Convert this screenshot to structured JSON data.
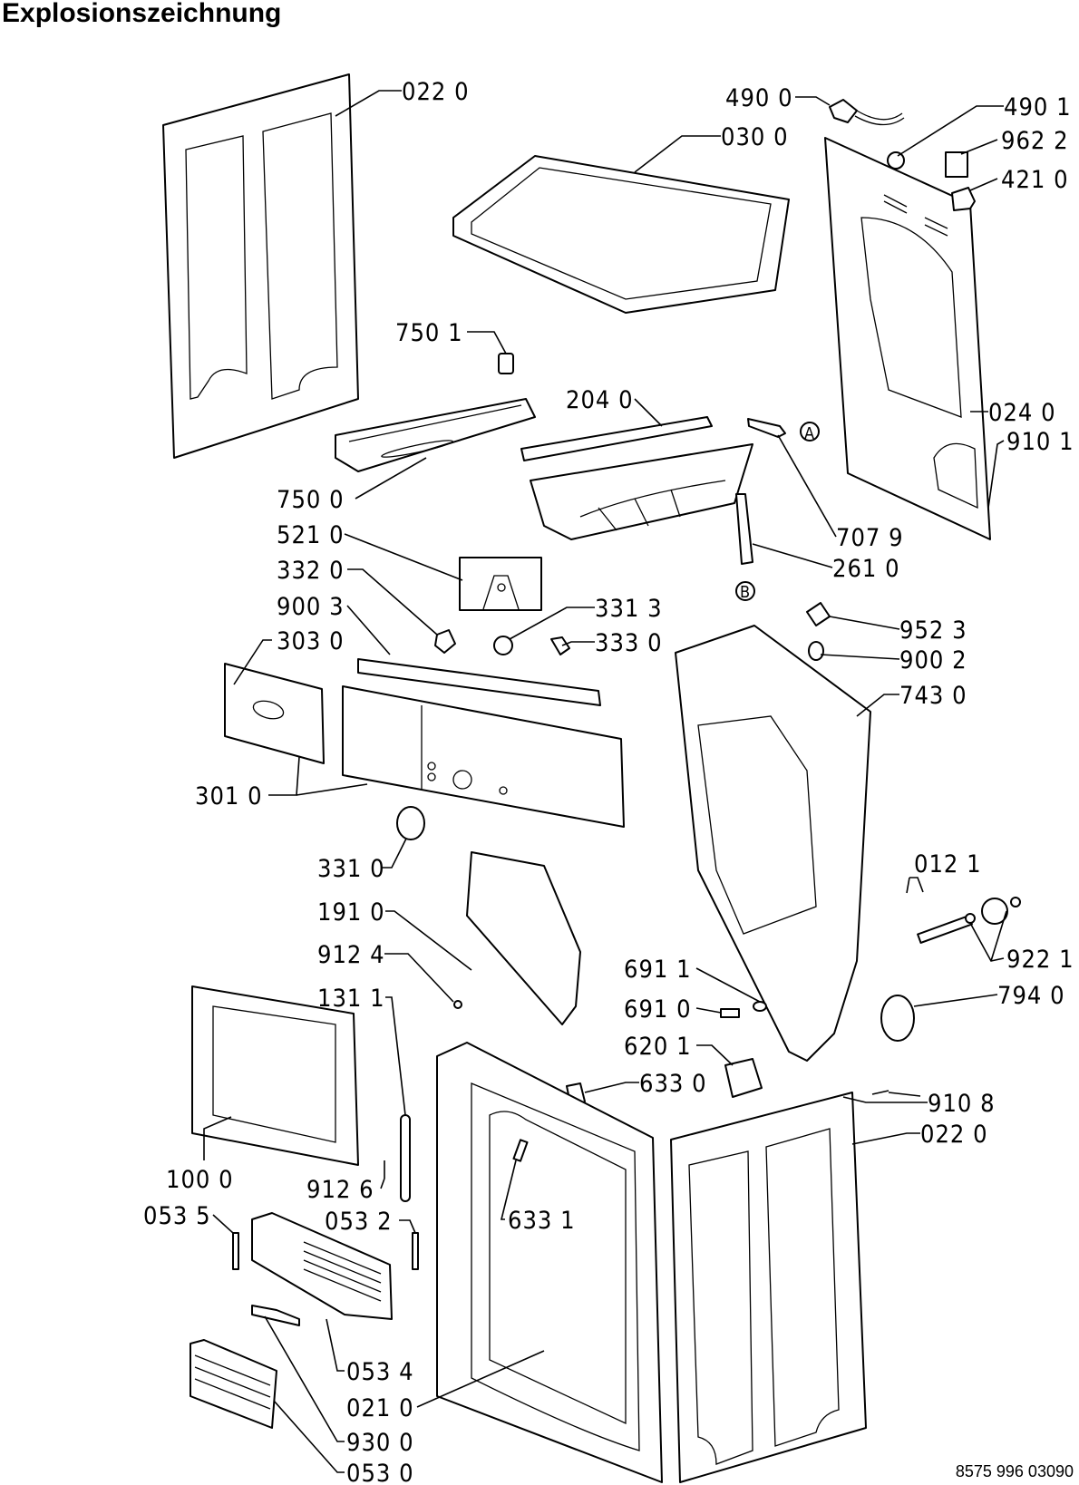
{
  "title": "Explosionszeichnung",
  "footer_code": "8575 996 03090",
  "markers": [
    "A",
    "B"
  ],
  "labels": [
    {
      "id": "l0220a",
      "text": "022 0",
      "part": "side-panel-left"
    },
    {
      "id": "l4900",
      "text": "490 0",
      "part": "power-cord"
    },
    {
      "id": "l0300",
      "text": "030 0",
      "part": "top-cover"
    },
    {
      "id": "l4901",
      "text": "490 1",
      "part": "cord-clamp"
    },
    {
      "id": "l9622",
      "text": "962 2",
      "part": "label-plate"
    },
    {
      "id": "l4210",
      "text": "421 0",
      "part": "small-box"
    },
    {
      "id": "l7501",
      "text": "750 1",
      "part": "cap"
    },
    {
      "id": "l2040",
      "text": "204 0",
      "part": "water-tank-housing"
    },
    {
      "id": "l0240",
      "text": "024 0",
      "part": "rear-panel"
    },
    {
      "id": "l9101",
      "text": "910 1",
      "part": "screw"
    },
    {
      "id": "l7500",
      "text": "750 0",
      "part": "water-container"
    },
    {
      "id": "l7079",
      "text": "707 9",
      "part": "sensor-A"
    },
    {
      "id": "l5210",
      "text": "521 0",
      "part": "control-board"
    },
    {
      "id": "l2610",
      "text": "261 0",
      "part": "hose-B"
    },
    {
      "id": "l3320",
      "text": "332 0",
      "part": "switch"
    },
    {
      "id": "l3313",
      "text": "331 3",
      "part": "knob-ring"
    },
    {
      "id": "l9003",
      "text": "900 3",
      "part": "rail"
    },
    {
      "id": "l3330",
      "text": "333 0",
      "part": "switch-2"
    },
    {
      "id": "l3030",
      "text": "303 0",
      "part": "drawer-front"
    },
    {
      "id": "l9523",
      "text": "952 3",
      "part": "foot"
    },
    {
      "id": "l9002",
      "text": "900 2",
      "part": "clip"
    },
    {
      "id": "l7430",
      "text": "743 0",
      "part": "air-duct"
    },
    {
      "id": "l3010",
      "text": "301 0",
      "part": "control-panel"
    },
    {
      "id": "l3310",
      "text": "331 0",
      "part": "knob"
    },
    {
      "id": "l0121",
      "text": "012 1",
      "part": "pulley-assembly"
    },
    {
      "id": "l1910",
      "text": "191 0",
      "part": "door-seal"
    },
    {
      "id": "l9221",
      "text": "922 1",
      "part": "bushing"
    },
    {
      "id": "l9124",
      "text": "912 4",
      "part": "screw-2"
    },
    {
      "id": "l6911",
      "text": "691 1",
      "part": "o-ring"
    },
    {
      "id": "l7940",
      "text": "794 0",
      "part": "gasket-ring"
    },
    {
      "id": "l1311",
      "text": "131 1",
      "part": "hinge"
    },
    {
      "id": "l6910",
      "text": "691 0",
      "part": "pin"
    },
    {
      "id": "l6201",
      "text": "620 1",
      "part": "door-lock"
    },
    {
      "id": "l6330",
      "text": "633 0",
      "part": "catch"
    },
    {
      "id": "l9108",
      "text": "910 8",
      "part": "screw-3"
    },
    {
      "id": "l0220b",
      "text": "022 0",
      "part": "side-panel-right"
    },
    {
      "id": "l1000",
      "text": "100 0",
      "part": "door"
    },
    {
      "id": "l9126",
      "text": "912 6",
      "part": "screw-4"
    },
    {
      "id": "l6331",
      "text": "633 1",
      "part": "striker"
    },
    {
      "id": "l0535",
      "text": "053 5",
      "part": "hinge-pin"
    },
    {
      "id": "l0532",
      "text": "053 2",
      "part": "latch"
    },
    {
      "id": "l0534",
      "text": "053 4",
      "part": "plinth"
    },
    {
      "id": "l0210",
      "text": "021 0",
      "part": "front-panel"
    },
    {
      "id": "l9300",
      "text": "930 0",
      "part": "handle"
    },
    {
      "id": "l0530",
      "text": "053 0",
      "part": "grille"
    }
  ]
}
